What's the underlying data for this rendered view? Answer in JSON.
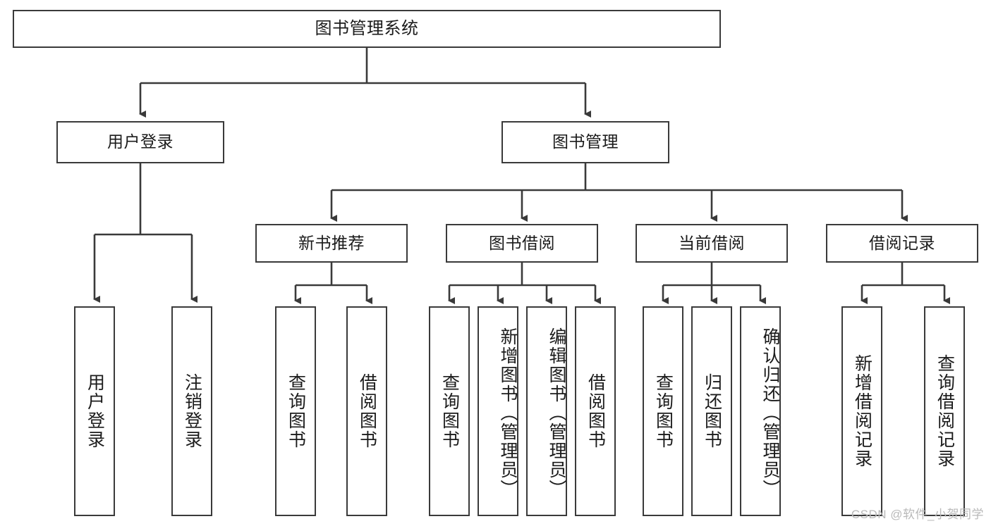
{
  "diagram": {
    "title": "图书管理系统",
    "watermark": "CSDN @软件_小贺同学",
    "line_color": "#3a3a3a",
    "text_color": "#1b1b1b",
    "background": "#ffffff",
    "root": {
      "label": "图书管理系统"
    },
    "level1": [
      {
        "label": "用户登录"
      },
      {
        "label": "图书管理"
      }
    ],
    "level2": [
      {
        "label": "新书推荐"
      },
      {
        "label": "图书借阅"
      },
      {
        "label": "当前借阅"
      },
      {
        "label": "借阅记录"
      }
    ],
    "leaves": {
      "user_login": [
        {
          "label": "用户登录"
        },
        {
          "label": "注销登录"
        }
      ],
      "new_book": [
        {
          "label": "查询图书"
        },
        {
          "label": "借阅图书"
        }
      ],
      "borrow_book": [
        {
          "label": "查询图书"
        },
        {
          "label": "新增图书（管理员）"
        },
        {
          "label": "编辑图书（管理员）"
        },
        {
          "label": "借阅图书"
        }
      ],
      "current_borrow": [
        {
          "label": "查询图书"
        },
        {
          "label": "归还图书"
        },
        {
          "label": "确认归还（管理员）"
        }
      ],
      "borrow_record": [
        {
          "label": "新增借阅记录"
        },
        {
          "label": "查询借阅记录"
        }
      ]
    }
  }
}
